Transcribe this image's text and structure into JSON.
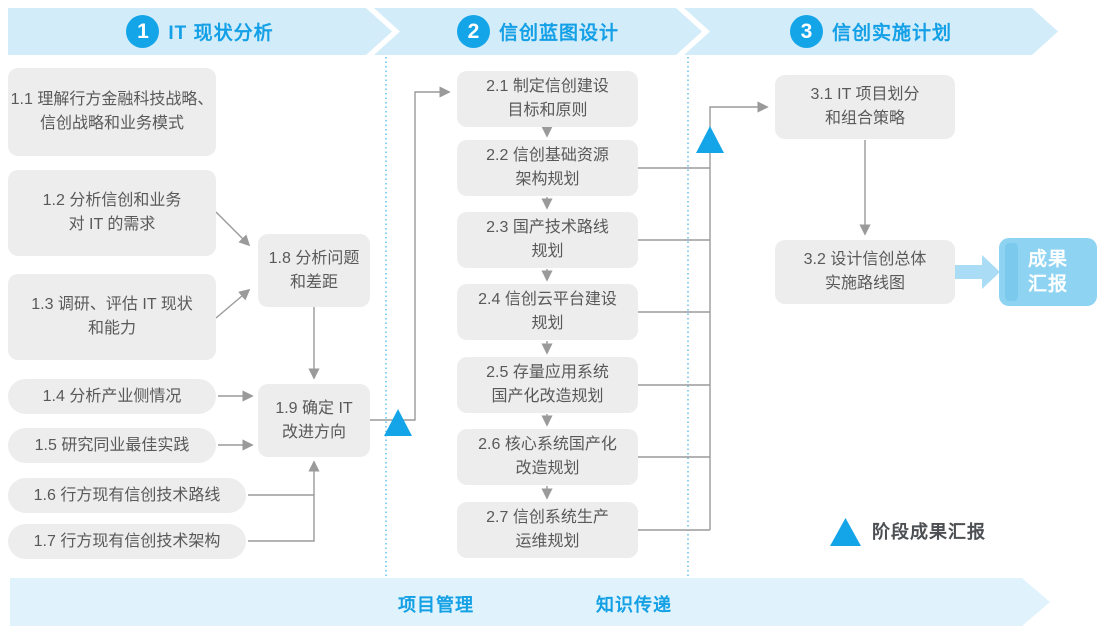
{
  "header": {
    "phases": [
      {
        "number": "1",
        "title": "IT 现状分析"
      },
      {
        "number": "2",
        "title": "信创蓝图设计"
      },
      {
        "number": "3",
        "title": "信创实施计划"
      }
    ]
  },
  "phase1": {
    "steps": {
      "s11": "1.1 理解行方金融科技战略、\n信创战略和业务模式",
      "s12": "1.2 分析信创和业务\n对 IT 的需求",
      "s13": "1.3 调研、评估 IT 现状\n和能力",
      "s14": "1.4 分析产业侧情况",
      "s15": "1.5 研究同业最佳实践",
      "s16": "1.6 行方现有信创技术路线",
      "s17": "1.7 行方现有信创技术架构",
      "s18": "1.8 分析问题\n和差距",
      "s19": "1.9 确定 IT\n改进方向"
    }
  },
  "phase2": {
    "steps": {
      "s21": "2.1 制定信创建设\n目标和原则",
      "s22": "2.2 信创基础资源\n架构规划",
      "s23": "2.3 国产技术路线\n规划",
      "s24": "2.4 信创云平台建设\n规划",
      "s25": "2.5 存量应用系统\n国产化改造规划",
      "s26": "2.6 核心系统国产化\n改造规划",
      "s27": "2.7 信创系统生产\n运维规划"
    }
  },
  "phase3": {
    "steps": {
      "s31": "3.1 IT 项目划分\n和组合策略",
      "s32": "3.2 设计信创总体\n实施路线图"
    },
    "result_label": "成果\n汇报"
  },
  "legend": {
    "milestone_label": "阶段成果汇报"
  },
  "footer": {
    "left_label": "项目管理",
    "right_label": "知识传递"
  },
  "colors": {
    "accent_blue": "#14a5e8",
    "banner_bg": "#d3ecf9",
    "footer_bg": "#e0f3fc",
    "box_bg": "#ededee",
    "box_text": "#595959",
    "connector_gray": "#9a9a9a",
    "result_box_bg": "#8ed3f2",
    "chunky_arrow": "#aadcf5"
  }
}
